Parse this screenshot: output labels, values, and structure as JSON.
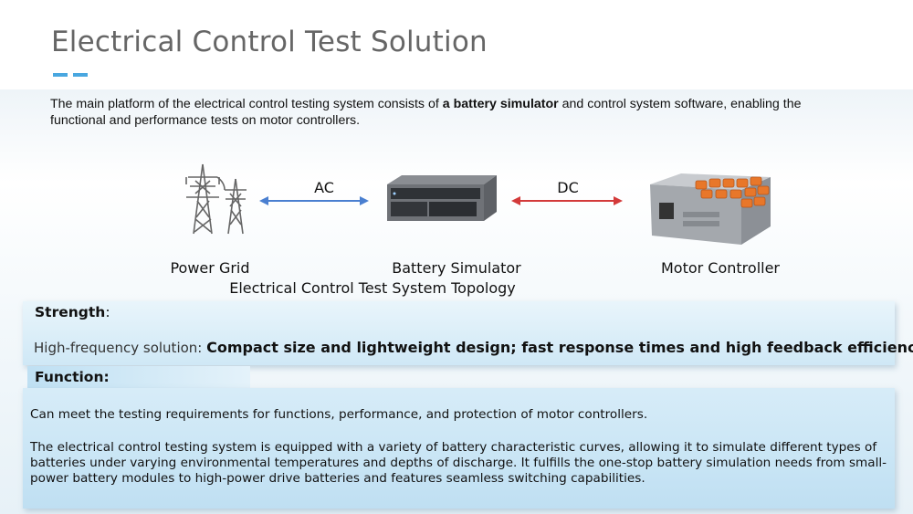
{
  "title": "Electrical Control Test Solution",
  "intro": {
    "before": "The main platform of the electrical control testing system consists of ",
    "bold": "a battery simulator",
    "after": " and control system software, enabling the functional and performance tests on motor controllers."
  },
  "diagram": {
    "nodes": [
      {
        "label": "Power Grid",
        "icon": "power-tower-icon"
      },
      {
        "label": "Battery Simulator",
        "icon": "battery-simulator-icon"
      },
      {
        "label": "Motor Controller",
        "icon": "motor-controller-icon"
      }
    ],
    "edges": [
      {
        "label": "AC",
        "color": "#4a7fd0"
      },
      {
        "label": "DC",
        "color": "#d33a3a"
      }
    ],
    "caption": "Electrical Control Test System Topology"
  },
  "strength": {
    "heading": "Strength",
    "colon": ":",
    "lead": "High-frequency solution: ",
    "bold": "Compact size and lightweight design; fast response times and high feedback efficiency."
  },
  "function": {
    "heading": "Function:",
    "paragraphs": [
      "Can meet the testing requirements for functions, performance, and protection of motor controllers.",
      "The electrical control testing system is equipped with a variety of battery characteristic curves, allowing it to simulate different types of batteries under varying environmental temperatures and depths of discharge. It fulfills the one-stop battery simulation needs from small-power battery modules to high-power drive batteries and features seamless switching capabilities."
    ]
  },
  "colors": {
    "accent": "#49a7e0",
    "panel": "#cfe8f6",
    "title_text": "#666666"
  }
}
